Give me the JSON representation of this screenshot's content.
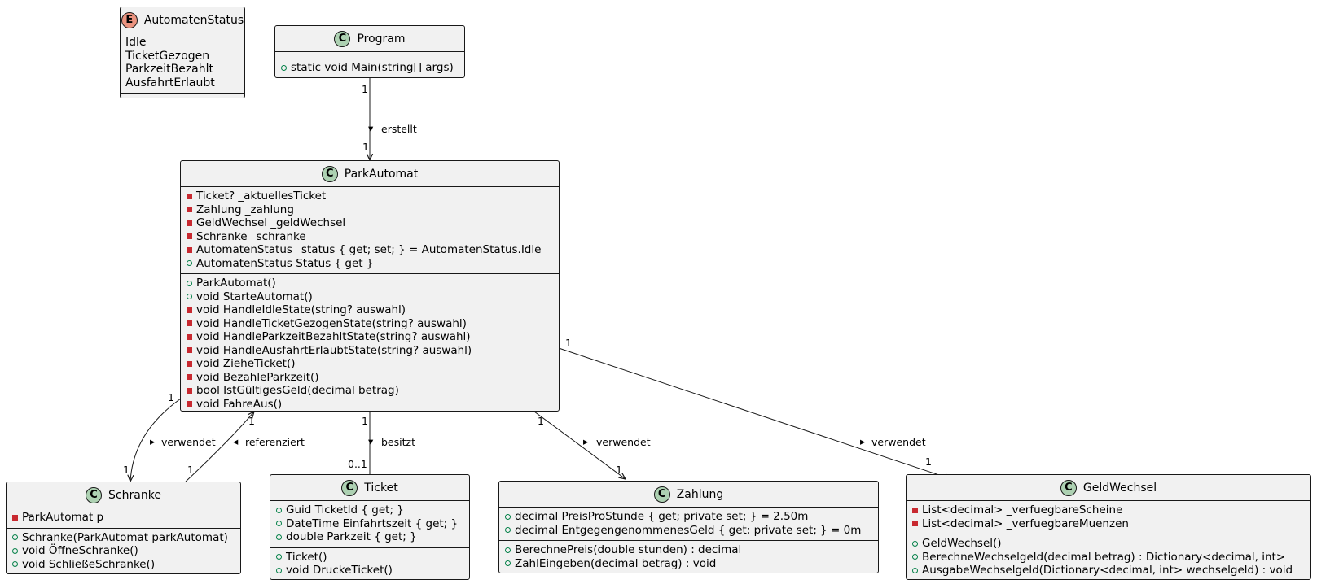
{
  "enum": {
    "name": "AutomatenStatus",
    "badge": "E",
    "values": [
      "Idle",
      "TicketGezogen",
      "ParkzeitBezahlt",
      "AusfahrtErlaubt"
    ]
  },
  "classes": {
    "program": {
      "name": "Program",
      "badge": "C",
      "fields": [],
      "methods": [
        {
          "vis": "public",
          "text": "static void Main(string[] args)"
        }
      ]
    },
    "parkautomat": {
      "name": "ParkAutomat",
      "badge": "C",
      "fields": [
        {
          "vis": "private",
          "text": "Ticket? _aktuellesTicket"
        },
        {
          "vis": "private",
          "text": "Zahlung _zahlung"
        },
        {
          "vis": "private",
          "text": "GeldWechsel _geldWechsel"
        },
        {
          "vis": "private",
          "text": "Schranke _schranke"
        },
        {
          "vis": "private",
          "text": "AutomatenStatus _status { get; set; } = AutomatenStatus.Idle"
        },
        {
          "vis": "public",
          "text": "AutomatenStatus Status { get }"
        }
      ],
      "methods": [
        {
          "vis": "public",
          "text": "ParkAutomat()"
        },
        {
          "vis": "public",
          "text": "void StarteAutomat()"
        },
        {
          "vis": "private",
          "text": "void HandleIdleState(string? auswahl)"
        },
        {
          "vis": "private",
          "text": "void HandleTicketGezogenState(string? auswahl)"
        },
        {
          "vis": "private",
          "text": "void HandleParkzeitBezahltState(string? auswahl)"
        },
        {
          "vis": "private",
          "text": "void HandleAusfahrtErlaubtState(string? auswahl)"
        },
        {
          "vis": "private",
          "text": "void ZieheTicket()"
        },
        {
          "vis": "private",
          "text": "void BezahleParkzeit()"
        },
        {
          "vis": "private",
          "text": "bool IstGültigesGeld(decimal betrag)"
        },
        {
          "vis": "private",
          "text": "void FahreAus()"
        }
      ]
    },
    "schranke": {
      "name": "Schranke",
      "badge": "C",
      "fields": [
        {
          "vis": "private",
          "text": "ParkAutomat p"
        }
      ],
      "methods": [
        {
          "vis": "public",
          "text": "Schranke(ParkAutomat parkAutomat)"
        },
        {
          "vis": "public",
          "text": "void ÖffneSchranke()"
        },
        {
          "vis": "public",
          "text": "void SchließeSchranke()"
        }
      ]
    },
    "ticket": {
      "name": "Ticket",
      "badge": "C",
      "fields": [
        {
          "vis": "public",
          "text": "Guid TicketId { get; }"
        },
        {
          "vis": "public",
          "text": "DateTime Einfahrtszeit { get; }"
        },
        {
          "vis": "public",
          "text": "double Parkzeit { get; }"
        }
      ],
      "methods": [
        {
          "vis": "public",
          "text": "Ticket()"
        },
        {
          "vis": "public",
          "text": "void DruckeTicket()"
        }
      ]
    },
    "zahlung": {
      "name": "Zahlung",
      "badge": "C",
      "fields": [
        {
          "vis": "public",
          "text": "decimal PreisProStunde { get; private set; } = 2.50m"
        },
        {
          "vis": "public",
          "text": "decimal EntgegengenommenesGeld { get; private set; } = 0m"
        }
      ],
      "methods": [
        {
          "vis": "public",
          "text": "BerechnePreis(double stunden) : decimal"
        },
        {
          "vis": "public",
          "text": "ZahlEingeben(decimal betrag) : void"
        }
      ]
    },
    "geldwechsel": {
      "name": "GeldWechsel",
      "badge": "C",
      "fields": [
        {
          "vis": "private",
          "text": "List<decimal> _verfuegbareScheine"
        },
        {
          "vis": "private",
          "text": "List<decimal> _verfuegbareMuenzen"
        }
      ],
      "methods": [
        {
          "vis": "public",
          "text": "GeldWechsel()"
        },
        {
          "vis": "public",
          "text": "BerechneWechselgeld(decimal betrag) : Dictionary<decimal, int>"
        },
        {
          "vis": "public",
          "text": "AusgabeWechselgeld(Dictionary<decimal, int> wechselgeld) : void"
        }
      ]
    }
  },
  "relations": {
    "erstellt": {
      "label": "erstellt",
      "arrow": "▾",
      "from_mult": "1",
      "to_mult": "1"
    },
    "verwendet_schranke": {
      "label": "verwendet",
      "arrow": "▸",
      "from_mult": "1",
      "to_mult": "1"
    },
    "referenziert": {
      "label": "referenziert",
      "arrow": "◂",
      "from_mult": "1",
      "to_mult": "1"
    },
    "besitzt": {
      "label": "besitzt",
      "arrow": "▾",
      "from_mult": "1",
      "to_mult": "0..1"
    },
    "verwendet_zahlung": {
      "label": "verwendet",
      "arrow": "▸",
      "from_mult": "1",
      "to_mult": "1"
    },
    "verwendet_geldwechsel": {
      "label": "verwendet",
      "arrow": "▸",
      "from_mult": "1",
      "to_mult": "1"
    }
  },
  "colors": {
    "class_fill": "#f1f1f1",
    "border": "#181818",
    "class_badge": "#add1b2",
    "enum_badge": "#eb937f",
    "public_marker": "#038048",
    "private_marker": "#c82930"
  }
}
